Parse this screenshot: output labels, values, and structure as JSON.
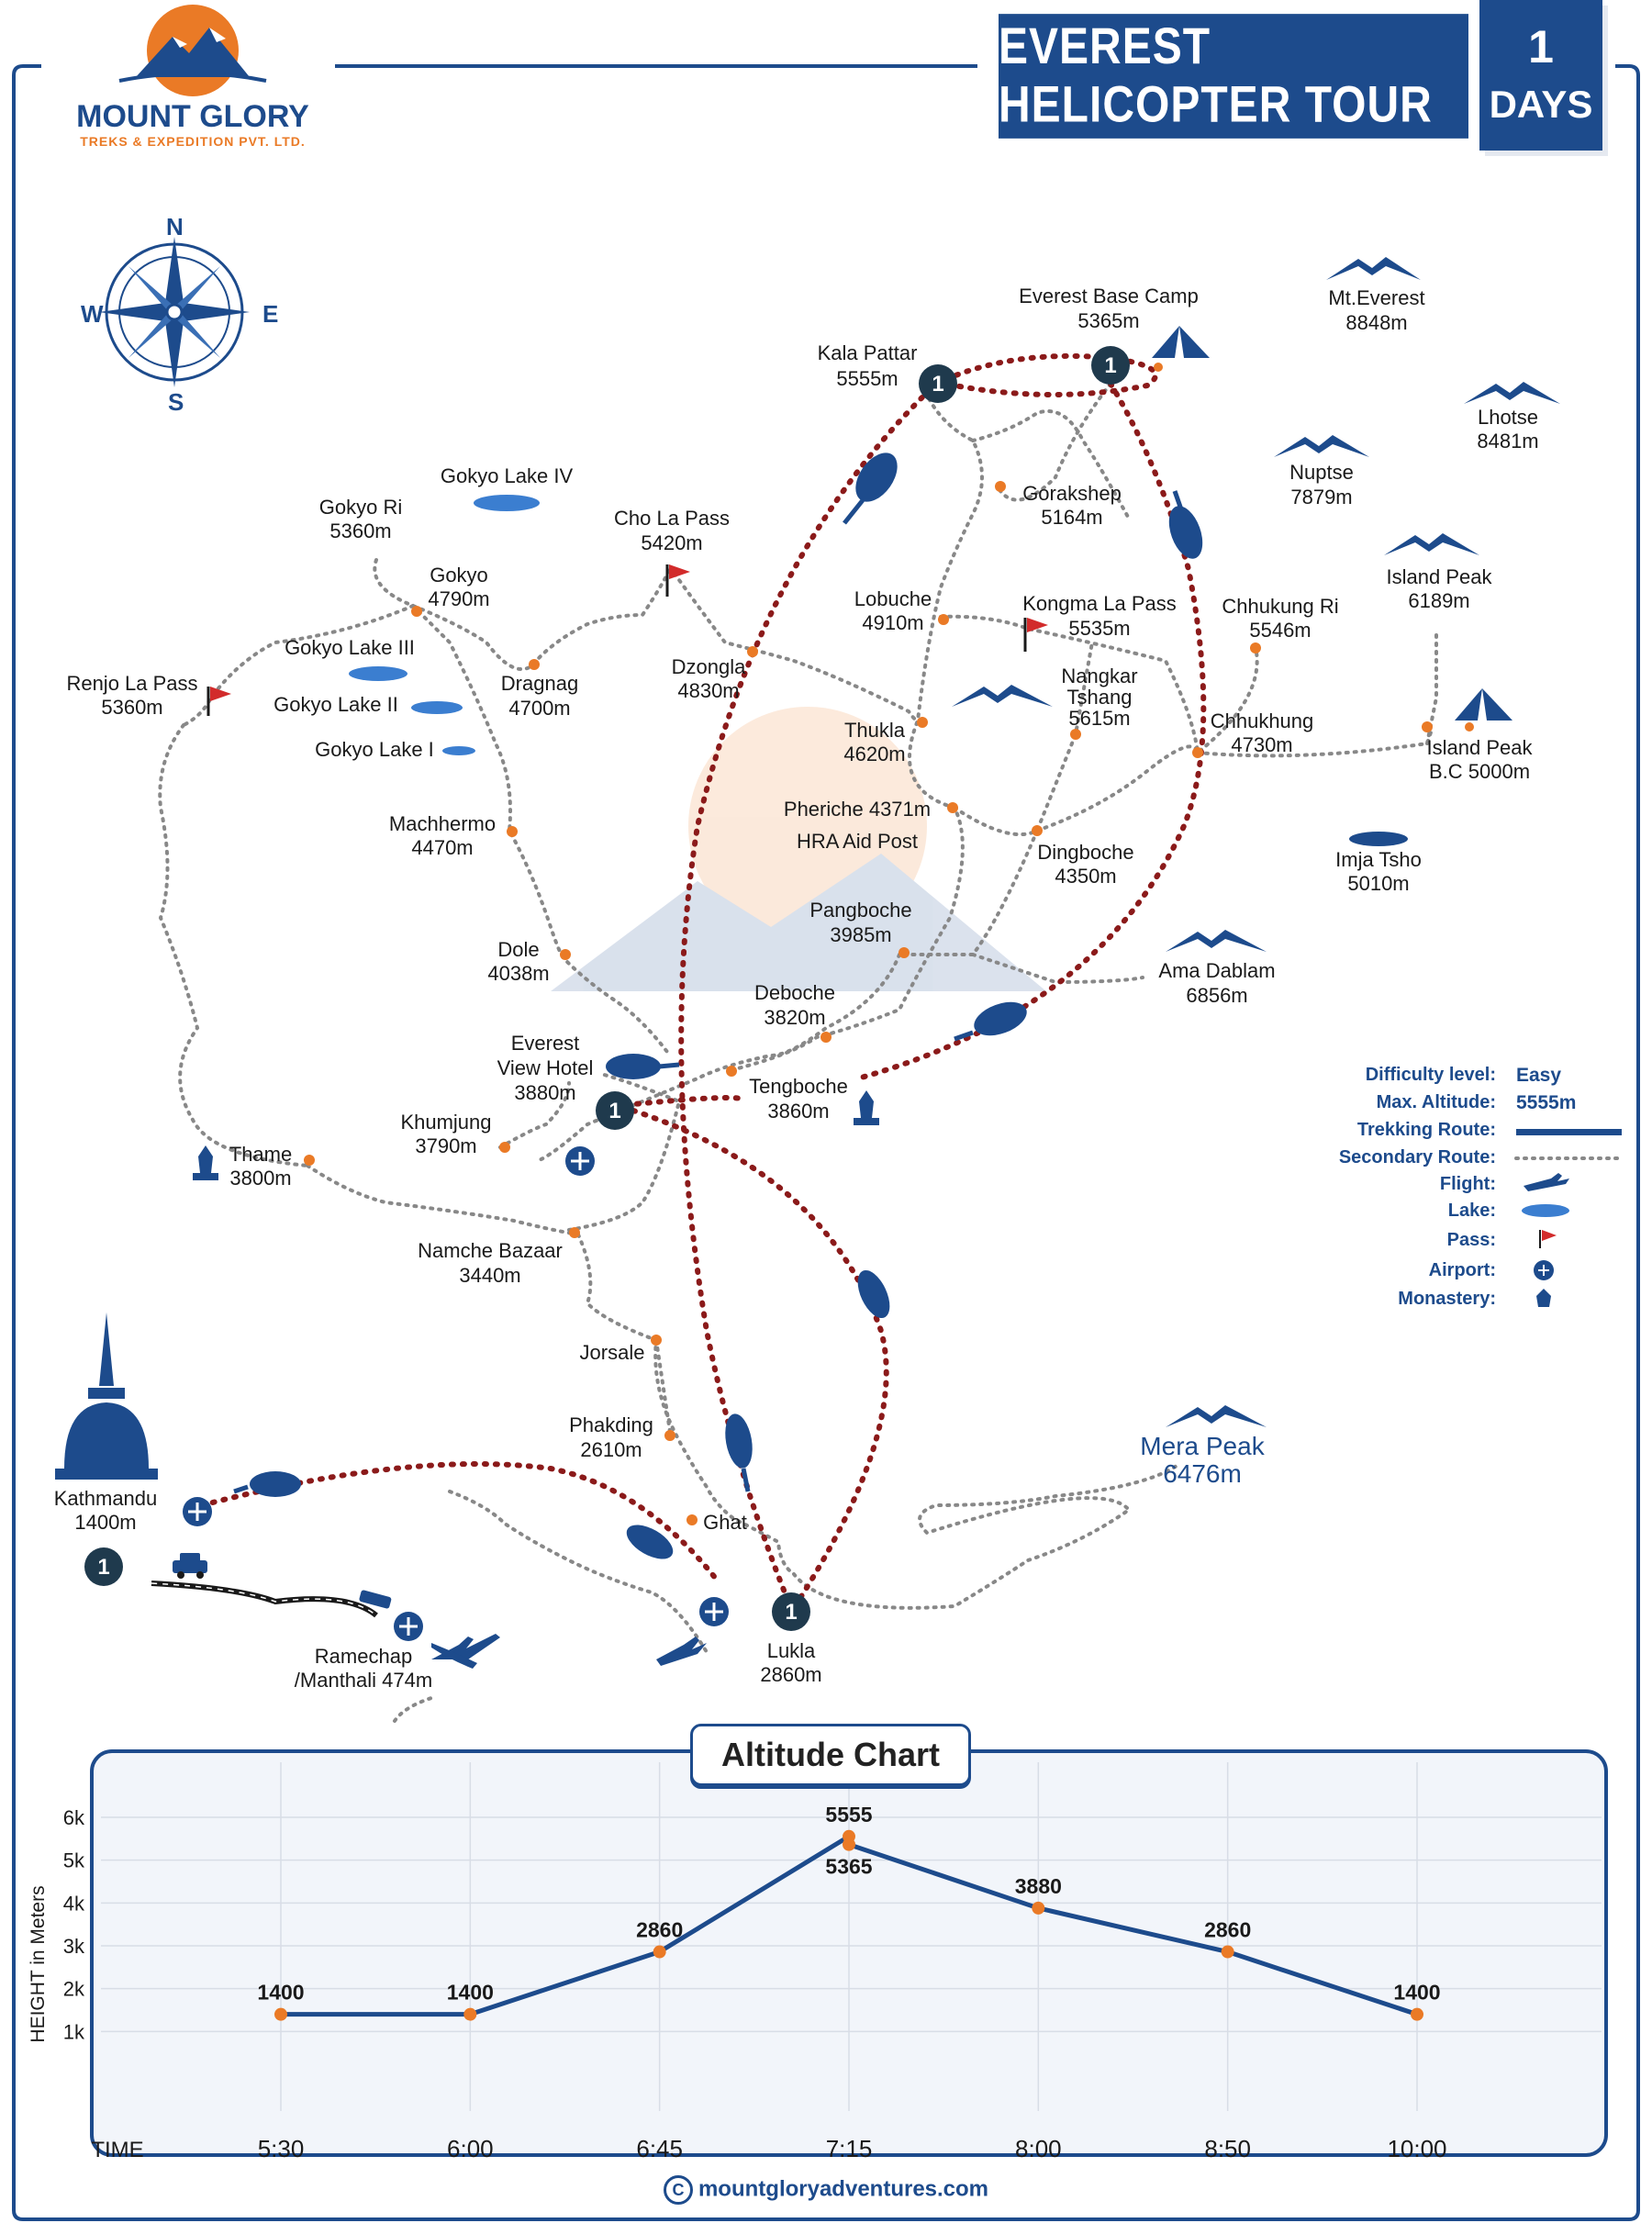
{
  "header": {
    "brand_name": "MOUNT GLORY",
    "brand_sub": "TREKS & EXPEDITION PVT. LTD.",
    "tour_title": "EVEREST HELICOPTER TOUR",
    "days_number": "1",
    "days_label": "DAYS"
  },
  "compass": {
    "n": "N",
    "s": "S",
    "e": "E",
    "w": "W"
  },
  "places": [
    {
      "id": "kala-pattar",
      "name": "Kala Pattar",
      "alt": "5555m"
    },
    {
      "id": "ebc",
      "name": "Everest Base Camp",
      "alt": "5365m"
    },
    {
      "id": "mt-everest",
      "name": "Mt.Everest",
      "alt": "8848m"
    },
    {
      "id": "lhotse",
      "name": "Lhotse",
      "alt": "8481m"
    },
    {
      "id": "nuptse",
      "name": "Nuptse",
      "alt": "7879m"
    },
    {
      "id": "gokyo-lake-iv",
      "name": "Gokyo Lake IV",
      "alt": ""
    },
    {
      "id": "gokyo-ri",
      "name": "Gokyo Ri",
      "alt": "5360m"
    },
    {
      "id": "cho-la",
      "name": "Cho La Pass",
      "alt": "5420m"
    },
    {
      "id": "gorakshep",
      "name": "Gorakshep",
      "alt": "5164m"
    },
    {
      "id": "gokyo",
      "name": "Gokyo",
      "alt": "4790m"
    },
    {
      "id": "lobuche",
      "name": "Lobuche",
      "alt": "4910m"
    },
    {
      "id": "kongma-la",
      "name": "Kongma La Pass",
      "alt": "5535m"
    },
    {
      "id": "chhukung-ri",
      "name": "Chhukung Ri",
      "alt": "5546m"
    },
    {
      "id": "island-peak",
      "name": "Island Peak",
      "alt": "6189m"
    },
    {
      "id": "gokyo-lake-iii",
      "name": "Gokyo Lake III",
      "alt": ""
    },
    {
      "id": "renjo-la",
      "name": "Renjo La Pass",
      "alt": "5360m"
    },
    {
      "id": "dragnag",
      "name": "Dragnag",
      "alt": "4700m"
    },
    {
      "id": "dzongla",
      "name": "Dzongla",
      "alt": "4830m"
    },
    {
      "id": "nangkar",
      "name": "Nangkar Tshang",
      "alt": "5615m"
    },
    {
      "id": "gokyo-lake-ii",
      "name": "Gokyo Lake II",
      "alt": ""
    },
    {
      "id": "chhukhung",
      "name": "Chhukhung",
      "alt": "4730m"
    },
    {
      "id": "thukla",
      "name": "Thukla",
      "alt": "4620m"
    },
    {
      "id": "island-bc",
      "name": "Island Peak",
      "alt": "B.C 5000m"
    },
    {
      "id": "gokyo-lake-i",
      "name": "Gokyo Lake I",
      "alt": ""
    },
    {
      "id": "pheriche",
      "name": "Pheriche 4371m",
      "alt": "HRA Aid Post"
    },
    {
      "id": "machhermo",
      "name": "Machhermo",
      "alt": "4470m"
    },
    {
      "id": "dingboche",
      "name": "Dingboche",
      "alt": "4350m"
    },
    {
      "id": "imja-tsho",
      "name": "Imja Tsho",
      "alt": "5010m"
    },
    {
      "id": "pangboche",
      "name": "Pangboche",
      "alt": "3985m"
    },
    {
      "id": "dole",
      "name": "Dole",
      "alt": "4038m"
    },
    {
      "id": "ama-dablam",
      "name": "Ama Dablam",
      "alt": "6856m"
    },
    {
      "id": "deboche",
      "name": "Deboche",
      "alt": "3820m"
    },
    {
      "id": "evh",
      "name": "Everest View Hotel",
      "alt": "3880m"
    },
    {
      "id": "tengboche",
      "name": "Tengboche",
      "alt": "3860m"
    },
    {
      "id": "khumjung",
      "name": "Khumjung",
      "alt": "3790m"
    },
    {
      "id": "thame",
      "name": "Thame",
      "alt": "3800m"
    },
    {
      "id": "namche",
      "name": "Namche Bazaar",
      "alt": "3440m"
    },
    {
      "id": "jorsale",
      "name": "Jorsale",
      "alt": ""
    },
    {
      "id": "phakding",
      "name": "Phakding",
      "alt": "2610m"
    },
    {
      "id": "mera-peak",
      "name": "Mera Peak",
      "alt": "6476m"
    },
    {
      "id": "kathmandu",
      "name": "Kathmandu",
      "alt": "1400m"
    },
    {
      "id": "ghat",
      "name": "Ghat",
      "alt": ""
    },
    {
      "id": "ramechap",
      "name": "Ramechap",
      "alt": "/Manthali 474m"
    },
    {
      "id": "lukla",
      "name": "Lukla",
      "alt": "2860m"
    }
  ],
  "day_markers": [
    "1",
    "1",
    "1",
    "1",
    "1"
  ],
  "legend": {
    "difficulty_label": "Difficulty level:",
    "difficulty_value": "Easy",
    "max_alt_label": "Max. Altitude:",
    "max_alt_value": "5555m",
    "trekking_label": "Trekking Route:",
    "secondary_label": "Secondary Route:",
    "flight_label": "Flight:",
    "lake_label": "Lake:",
    "pass_label": "Pass:",
    "airport_label": "Airport:",
    "monastery_label": "Monastery:"
  },
  "chart_data": {
    "type": "line",
    "title": "Altitude Chart",
    "xlabel": "TIME",
    "ylabel": "HEIGHT in Meters",
    "categories": [
      "5:30",
      "6:00",
      "6:45",
      "7:15",
      "7:15",
      "8:00",
      "8:50",
      "10:00"
    ],
    "values": [
      1400,
      1400,
      2860,
      5555,
      5365,
      3880,
      2860,
      1400
    ],
    "value_labels": [
      "1400",
      "1400",
      "2860",
      "5555",
      "5365",
      "3880",
      "2860",
      "1400"
    ],
    "x_ticks": [
      "5:30",
      "6:00",
      "6:45",
      "7:15",
      "8:00",
      "8:50",
      "10:00"
    ],
    "y_ticks": [
      "1k",
      "2k",
      "3k",
      "4k",
      "5k",
      "6k"
    ],
    "ylim": [
      0,
      6500
    ],
    "grid": true
  },
  "colors": {
    "brand_blue": "#1d4b8c",
    "flight_red": "#8b1a1a",
    "waypoint_orange": "#ea7a26",
    "route_gray": "#888888",
    "chart_bg": "#f2f5fa"
  },
  "footer": {
    "url": "mountgloryadventures.com"
  }
}
